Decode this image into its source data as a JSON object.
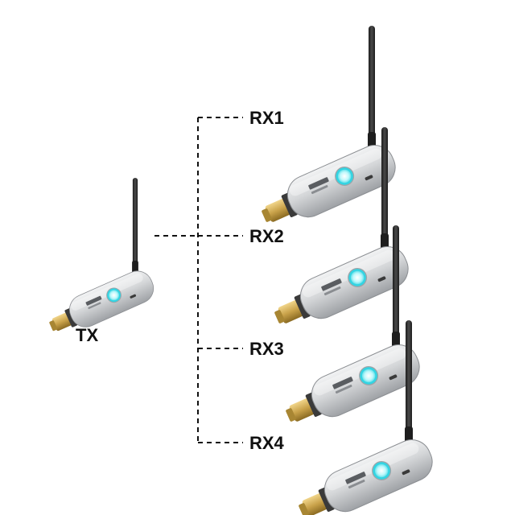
{
  "diagram": {
    "transmitter": {
      "label": "TX"
    },
    "receivers": [
      {
        "label": "RX1"
      },
      {
        "label": "RX2"
      },
      {
        "label": "RX3"
      },
      {
        "label": "RX4"
      }
    ]
  },
  "colors": {
    "body": "#c9cbce",
    "antenna": "#2d2d2d",
    "led": "#5ce8f0",
    "connector": "#c9a24a",
    "line": "#111111"
  }
}
